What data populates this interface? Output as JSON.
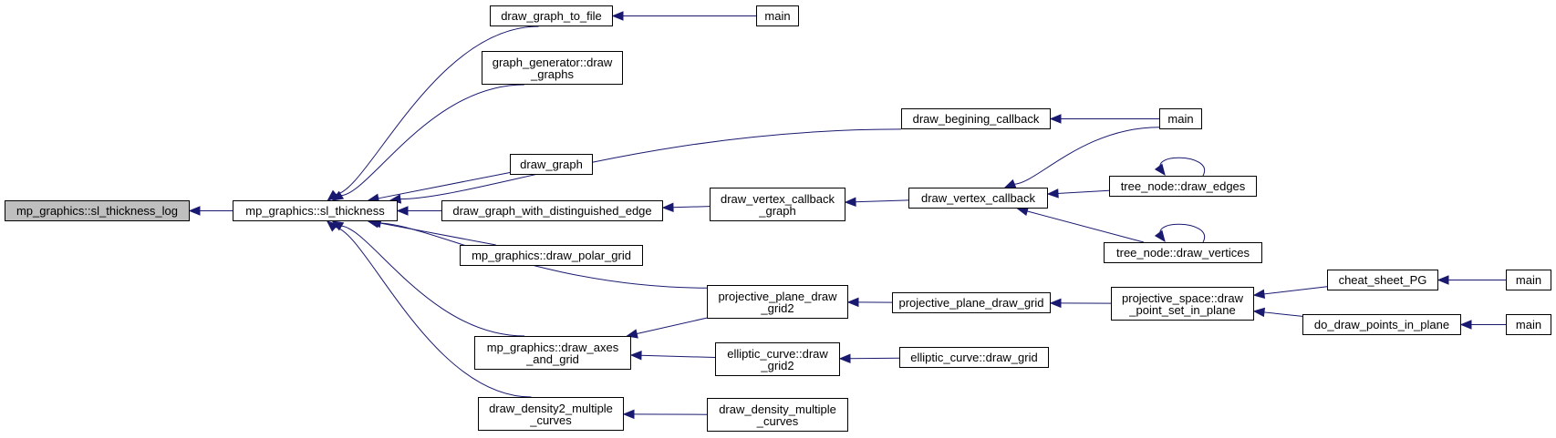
{
  "colors": {
    "edge": "#191970",
    "node_border": "#000000",
    "root_fill": "#bfbfbf"
  },
  "graph": {
    "nodes": [
      {
        "id": "n0",
        "label": "mp_graphics::sl_thickness_log",
        "root": true
      },
      {
        "id": "n1",
        "label": "mp_graphics::sl_thickness"
      },
      {
        "id": "n2",
        "label": "draw_graph_to_file"
      },
      {
        "id": "n3",
        "label": "graph_generator::draw\n_graphs"
      },
      {
        "id": "n4",
        "label": "draw_begining_callback"
      },
      {
        "id": "n5",
        "label": "draw_graph"
      },
      {
        "id": "n6",
        "label": "draw_graph_with_distinguished_edge"
      },
      {
        "id": "n7",
        "label": "mp_graphics::draw_polar_grid"
      },
      {
        "id": "n8",
        "label": "projective_plane_draw\n_grid2"
      },
      {
        "id": "n9",
        "label": "mp_graphics::draw_axes\n_and_grid"
      },
      {
        "id": "n10",
        "label": "draw_density2_multiple\n_curves"
      },
      {
        "id": "n11",
        "label": "main"
      },
      {
        "id": "n12",
        "label": "main"
      },
      {
        "id": "n13",
        "label": "draw_vertex_callback\n_graph"
      },
      {
        "id": "n14",
        "label": "draw_vertex_callback"
      },
      {
        "id": "n15",
        "label": "tree_node::draw_edges"
      },
      {
        "id": "n16",
        "label": "tree_node::draw_vertices"
      },
      {
        "id": "n17",
        "label": "projective_plane_draw_grid"
      },
      {
        "id": "n18",
        "label": "projective_space::draw\n_point_set_in_plane"
      },
      {
        "id": "n19",
        "label": "cheat_sheet_PG"
      },
      {
        "id": "n20",
        "label": "main"
      },
      {
        "id": "n21",
        "label": "do_draw_points_in_plane"
      },
      {
        "id": "n22",
        "label": "main"
      },
      {
        "id": "n23",
        "label": "elliptic_curve::draw\n_grid2"
      },
      {
        "id": "n24",
        "label": "elliptic_curve::draw_grid"
      },
      {
        "id": "n25",
        "label": "draw_density_multiple\n_curves"
      }
    ],
    "edges": [
      [
        "n1",
        "n0"
      ],
      [
        "n2",
        "n1"
      ],
      [
        "n3",
        "n1"
      ],
      [
        "n4",
        "n1"
      ],
      [
        "n5",
        "n1"
      ],
      [
        "n6",
        "n1"
      ],
      [
        "n7",
        "n1"
      ],
      [
        "n8",
        "n1"
      ],
      [
        "n9",
        "n1"
      ],
      [
        "n10",
        "n1"
      ],
      [
        "n11",
        "n2"
      ],
      [
        "n12",
        "n4"
      ],
      [
        "n13",
        "n6"
      ],
      [
        "n14",
        "n13"
      ],
      [
        "n12",
        "n14"
      ],
      [
        "n15",
        "n14"
      ],
      [
        "n16",
        "n14"
      ],
      [
        "n15",
        "n15"
      ],
      [
        "n16",
        "n16"
      ],
      [
        "n8",
        "n9"
      ],
      [
        "n17",
        "n8"
      ],
      [
        "n18",
        "n17"
      ],
      [
        "n19",
        "n18"
      ],
      [
        "n21",
        "n18"
      ],
      [
        "n20",
        "n19"
      ],
      [
        "n22",
        "n21"
      ],
      [
        "n23",
        "n9"
      ],
      [
        "n24",
        "n23"
      ],
      [
        "n25",
        "n10"
      ]
    ]
  }
}
